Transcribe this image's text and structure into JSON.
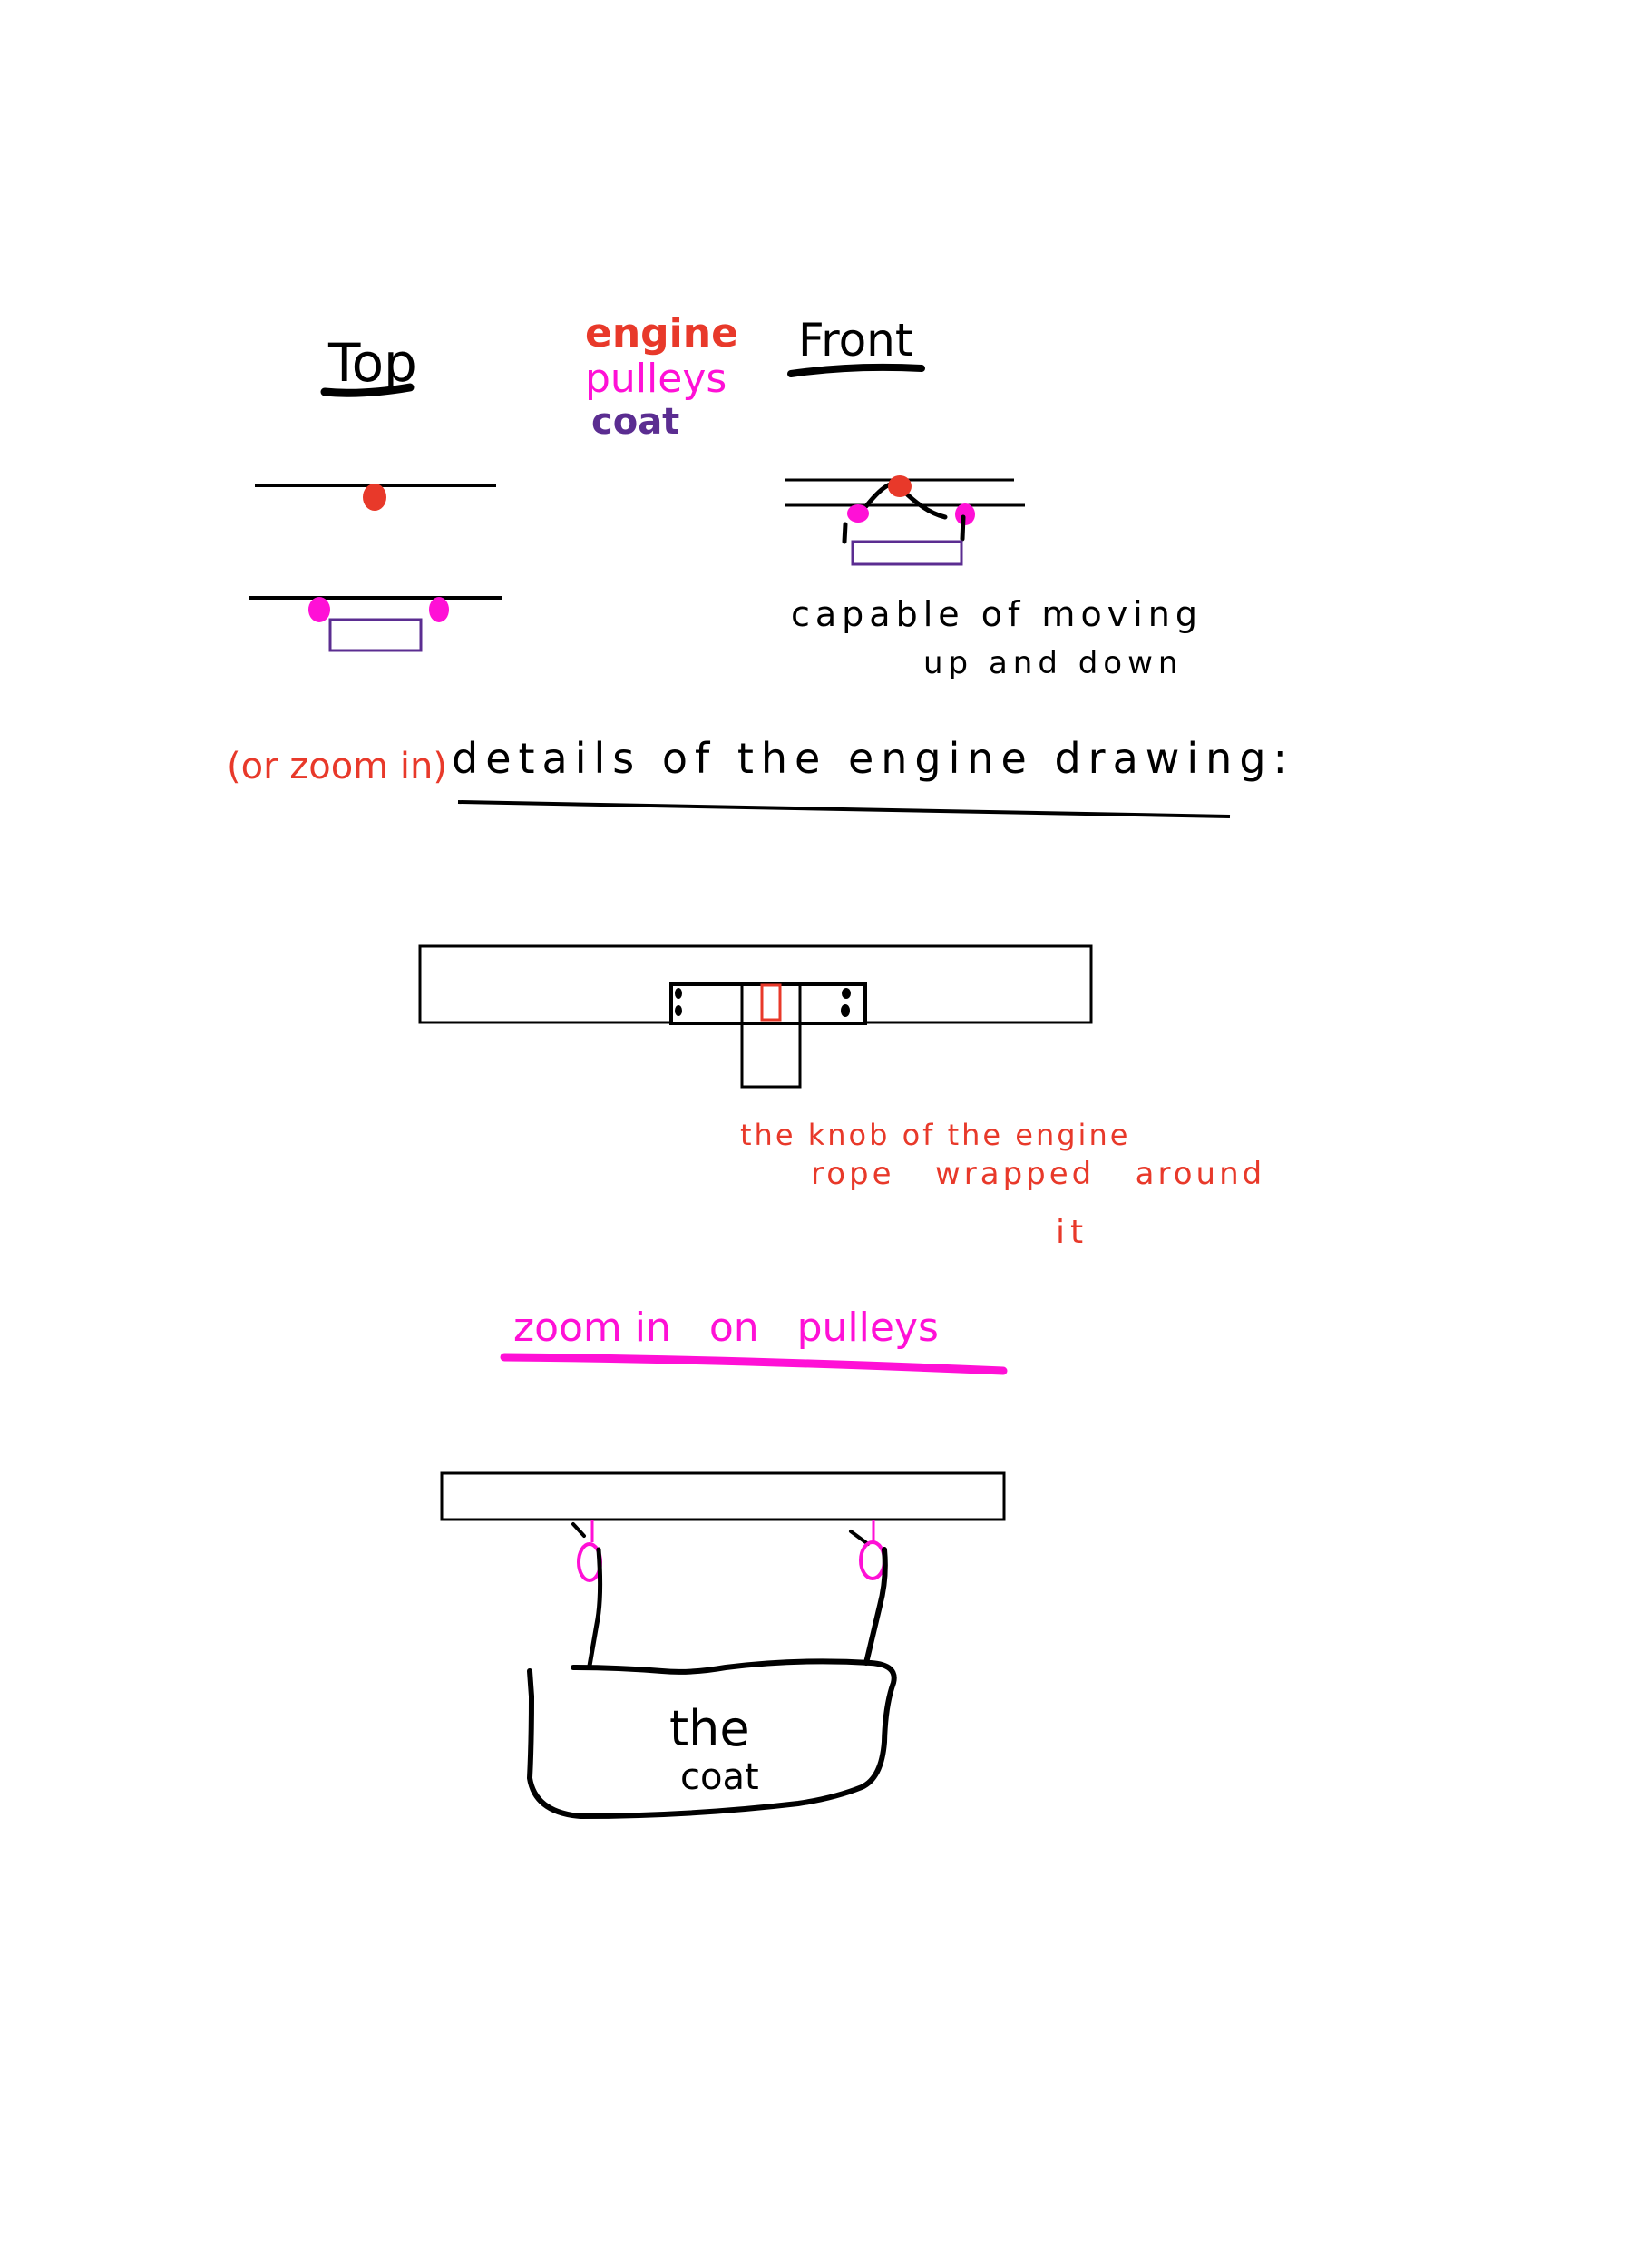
{
  "colors": {
    "ink": "#000000",
    "engine": "#e8392a",
    "pulleys": "#ff10d6",
    "coat": "#5b2d91",
    "background": "#ffffff"
  },
  "headings": {
    "top": "Top",
    "front": "Front"
  },
  "legend": {
    "items": [
      {
        "label": "engine",
        "color": "#e8392a"
      },
      {
        "label": "pulleys",
        "color": "#ff10d6"
      },
      {
        "label": "coat",
        "color": "#5b2d91"
      }
    ]
  },
  "front_view": {
    "caption_line1": "capable of moving",
    "caption_line2": "up and down"
  },
  "engine_section": {
    "prefix": "(or zoom in)",
    "title": "details of the engine drawing:",
    "caption_line1": "the knob of the engine",
    "caption_line2": "rope   wrapped   around",
    "caption_line3": "it"
  },
  "pulley_section": {
    "title": "zoom in   on   pulleys",
    "coat_label_line1": "the",
    "coat_label_line2": "coat"
  }
}
